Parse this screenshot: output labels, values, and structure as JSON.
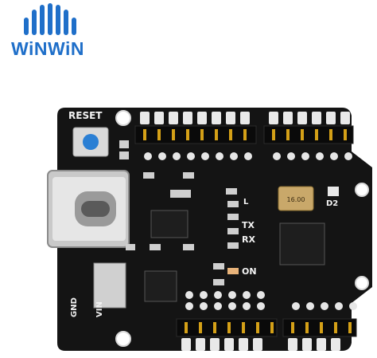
{
  "logo": {
    "brand_text": "WiNWiN"
  },
  "board": {
    "silkscreen": {
      "reset": "RESET",
      "tx": "TX",
      "rx": "RX",
      "on": "ON",
      "l": "L",
      "d2": "D2",
      "gnd": "GND",
      "vin": "VIN"
    },
    "crystal_label": "16.00"
  },
  "colors": {
    "brand_blue": "#1f6fc9",
    "pcb_black": "#141414",
    "header_gold": "#d4a017",
    "reset_button": "#2a7fd4"
  }
}
